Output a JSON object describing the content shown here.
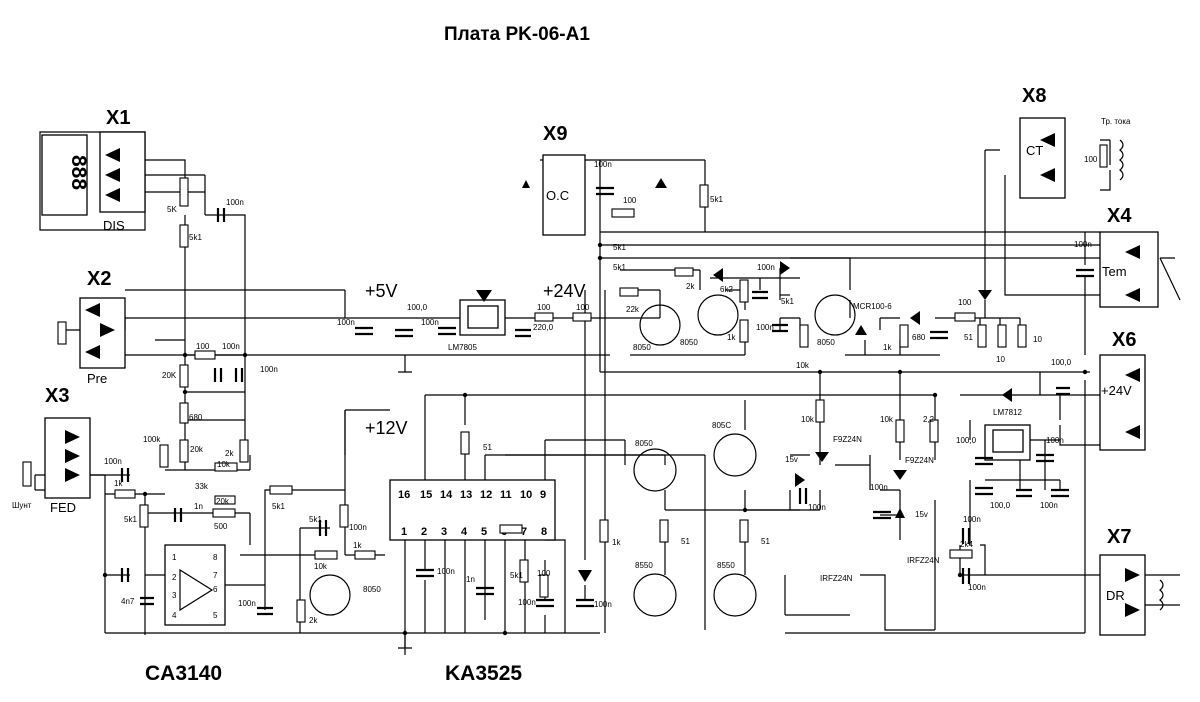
{
  "title": "Плата PK-06-A1",
  "connectors": {
    "x1": {
      "id": "X1",
      "name": "DIS",
      "display": "888"
    },
    "x2": {
      "id": "X2",
      "name": "Pre"
    },
    "x3": {
      "id": "X3",
      "name": "FED",
      "shunt": "Шунт"
    },
    "x4": {
      "id": "X4",
      "name": "Tem"
    },
    "x6": {
      "id": "X6",
      "name": "+24V"
    },
    "x7": {
      "id": "X7",
      "name": "DR"
    },
    "x8": {
      "id": "X8",
      "name": "CT",
      "transformer": "Тр. тока"
    },
    "x9": {
      "id": "X9",
      "name": "O.C"
    }
  },
  "rails": {
    "v5": "+5V",
    "v24": "+24V",
    "v12": "+12V"
  },
  "ics": {
    "opamp": "CA3140",
    "pwm": "KA3525",
    "reg5": "LM7805",
    "reg12": "LM7812",
    "pwm_pins_top": [
      "16",
      "15",
      "14",
      "13",
      "12",
      "11",
      "10",
      "9"
    ],
    "pwm_pins_bottom": [
      "1",
      "2",
      "3",
      "4",
      "5",
      "6",
      "7",
      "8"
    ],
    "opamp_pins_left": [
      "1",
      "2",
      "3",
      "4"
    ],
    "opamp_pins_right": [
      "8",
      "7",
      "6",
      "5"
    ]
  },
  "components": {
    "r5k": "5K",
    "r5k1a": "5k1",
    "c100n_x1": "100n",
    "c100n_5v": "100n",
    "c100_5v": "100,0",
    "c100n_reg": "100n",
    "r100_24a": "100",
    "c220": "220,0",
    "r100_24b": "100",
    "c100n_x9": "100n",
    "r100_x9": "100",
    "r5k1_x9": "5k1",
    "r5k1_l1": "5k1",
    "r5k1_l2": "5k1",
    "r2k_top": "2k",
    "r6k2": "6k2",
    "c100n_top": "100n",
    "r22k": "22k",
    "r1k_t": "1k",
    "c100n_q": "100n",
    "r5k1_q": "5k1",
    "q8050_a": "8050",
    "q8050_b": "8050",
    "q8050_c": "8050",
    "r10k_q": "10k",
    "scr": "MCR100-6",
    "r1k_scr": "1k",
    "r680_scr": "680",
    "r100_tem": "100",
    "r51_tem": "51",
    "r10_a": "10",
    "r10_b": "10",
    "c100n_tem": "100n",
    "r100_ct": "100",
    "r100_pre": "100",
    "c100n_pre": "100n",
    "r20k_pot": "20K",
    "c100n_pre2": "100n",
    "r680_pre": "680",
    "r20k_pre": "20k",
    "r2k_pre": "2k",
    "r10k_pre": "10k",
    "r100k": "100k",
    "c100n_fed": "100n",
    "r1k_fed": "1k",
    "r5k1_fed": "5k1",
    "r33k": "33k",
    "r20k_fb": "20k",
    "c1n": "1n",
    "r500": "500",
    "c4n7": "4n7",
    "c100n_op": "100n",
    "r5k1_b1": "5k1",
    "r5k1_b2": "5k1",
    "r10k_b": "10k",
    "r1k_b": "1k",
    "c100n_b": "100n",
    "q8050_d": "8050",
    "r2k_b": "2k",
    "r51_pwm": "51",
    "c100n_p1": "100n",
    "c1n_p": "1n",
    "r5k1_p": "5k1",
    "r100_p": "100",
    "c100n_p2": "100n",
    "c100n_p3": "100n",
    "r1k_p": "1k",
    "q8050_e": "8050",
    "q805c": "805C",
    "q8550_a": "8550",
    "q8550_b": "8550",
    "r51_d1": "51",
    "r51_d2": "51",
    "r10k_g": "10k",
    "mos_p1": "F9Z24N",
    "z15a": "15v",
    "c100n_g": "100n",
    "mos_n1": "IRFZ24N",
    "r10k_g2": "10k",
    "r22_g": "2,2",
    "mos_p2": "F9Z24N",
    "c100n_g2": "100n",
    "z15b": "15v",
    "mos_n2": "IRFZ24N",
    "r2k4": "2k4",
    "c100n_dr1": "100n",
    "c100n_dr2": "100n",
    "c100_r12": "100,0",
    "c100n_r12": "100n",
    "c100_r12b": "100,0",
    "c100n_r12b": "100n",
    "c100_x6": "100,0"
  }
}
